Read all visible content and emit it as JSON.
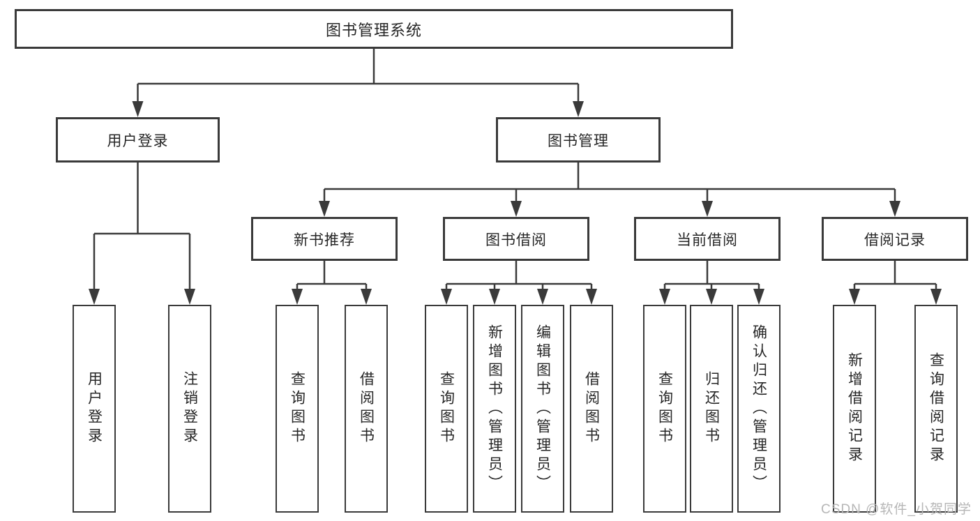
{
  "diagram": {
    "nodes": {
      "root": "图书管理系统",
      "user_login": "用户登录",
      "book_mgmt": "图书管理",
      "new_book_rec": "新书推荐",
      "book_borrow": "图书借阅",
      "current_borrow": "当前借阅",
      "borrow_records": "借阅记录",
      "login": "用户登录",
      "logout": "注销登录",
      "nb_query": "查询图书",
      "nb_borrow": "借阅图书",
      "bb_query": "查询图书",
      "bb_add": "新增图书（管理员）",
      "bb_edit": "编辑图书（管理员）",
      "bb_borrow": "借阅图书",
      "cb_query": "查询图书",
      "cb_return": "归还图书",
      "cb_confirm": "确认归还（管理员）",
      "br_add": "新增借阅记录",
      "br_query": "查询借阅记录"
    },
    "hierarchy": {
      "图书管理系统": {
        "用户登录": [
          "用户登录",
          "注销登录"
        ],
        "图书管理": {
          "新书推荐": [
            "查询图书",
            "借阅图书"
          ],
          "图书借阅": [
            "查询图书",
            "新增图书（管理员）",
            "编辑图书（管理员）",
            "借阅图书"
          ],
          "当前借阅": [
            "查询图书",
            "归还图书",
            "确认归还（管理员）"
          ],
          "借阅记录": [
            "新增借阅记录",
            "查询借阅记录"
          ]
        }
      }
    }
  },
  "watermark": "CSDN @软件_小贺同学",
  "colors": {
    "line": "#3a3a3a",
    "box_border": "#3a3a3a",
    "box_background": "#ffffff",
    "text": "#262626",
    "watermark": "#b6b6b6",
    "background": "#ffffff"
  }
}
